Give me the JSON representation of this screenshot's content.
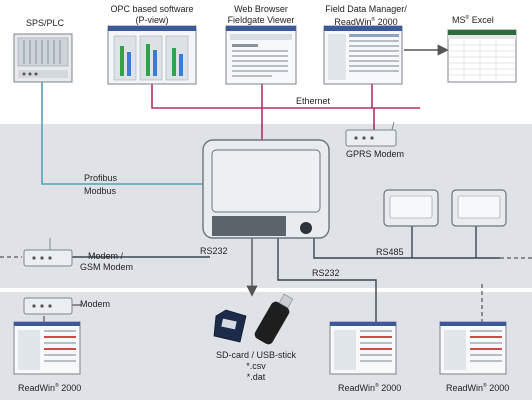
{
  "labels": {
    "sps_plc": "SPS/PLC",
    "opc_line1": "OPC based software",
    "opc_line2": "(P-view)",
    "web_line1": "Web Browser",
    "web_line2": "Fieldgate Viewer",
    "fdm_line1": "Field Data Manager/",
    "fdm_line2_pre": "ReadWin",
    "fdm_line2_post": " 2000",
    "excel_pre": "MS",
    "excel_post": " Excel",
    "ethernet": "Ethernet",
    "gprs": "GPRS Modem",
    "profibus": "Profibus",
    "modbus": "Modbus",
    "rs232_upper": "RS232",
    "modem_gsm_line1": "Modem /",
    "modem_gsm_line2": "GSM Modem",
    "rs485": "RS485",
    "rs232_lower": "RS232",
    "modem": "Modem",
    "sd_line1": "SD-card / USB-stick",
    "sd_line2": "*.csv",
    "sd_line3": "*.dat",
    "readwin_pre": "ReadWin",
    "readwin_post": " 2000",
    "registered": "®"
  },
  "colors": {
    "band": "#dfe3e8",
    "ethernet_line": "#b0306a",
    "profibus_line": "#4aa7b4",
    "rs_line": "#3a4450",
    "dashed": "#333333",
    "device_frame": "#e9ecef",
    "device_screen": "#eef1f4"
  }
}
